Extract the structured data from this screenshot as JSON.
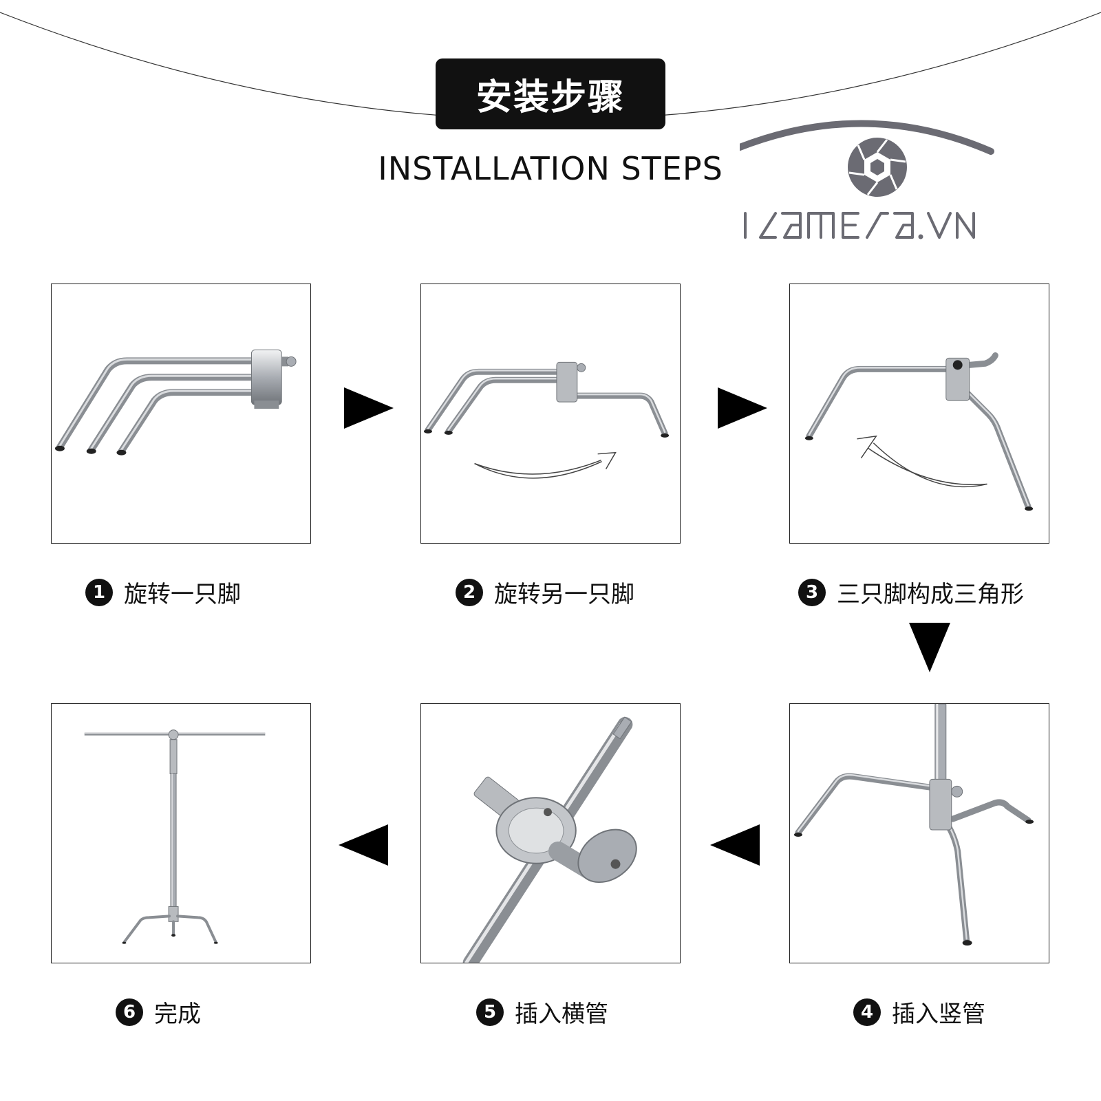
{
  "header": {
    "title": "安装步骤",
    "subtitle": "INSTALLATION STEPS"
  },
  "logo": {
    "text": "ICAMERA.VN",
    "color": "#6b6b73"
  },
  "steps": [
    {
      "number": "1",
      "label": "旋转一只脚"
    },
    {
      "number": "2",
      "label": "旋转另一只脚"
    },
    {
      "number": "3",
      "label": "三只脚构成三角形"
    },
    {
      "number": "4",
      "label": "插入竖管"
    },
    {
      "number": "5",
      "label": "插入横管"
    },
    {
      "number": "6",
      "label": "完成"
    }
  ],
  "colors": {
    "accent": "#111111",
    "metal": "#a9adb3",
    "metal_dark": "#6f7378"
  }
}
